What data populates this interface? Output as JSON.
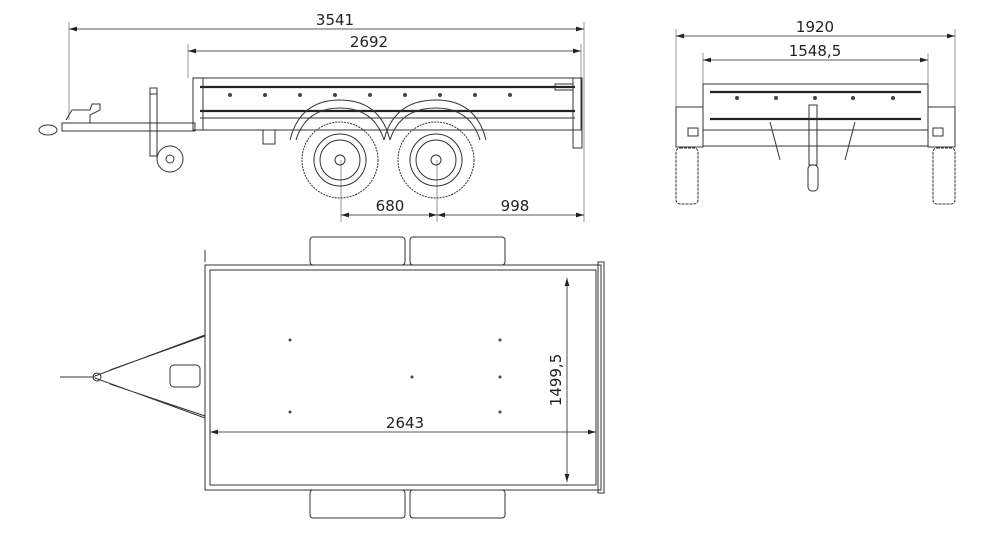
{
  "side_view": {
    "overall_length": "3541",
    "body_length": "2692",
    "axle_spacing": "680",
    "rear_overhang": "998"
  },
  "rear_view": {
    "overall_width": "1920",
    "body_width": "1548,5"
  },
  "top_view": {
    "inner_length": "2643",
    "inner_width": "1499,5"
  },
  "colors": {
    "line": "#333333",
    "background": "#ffffff"
  }
}
